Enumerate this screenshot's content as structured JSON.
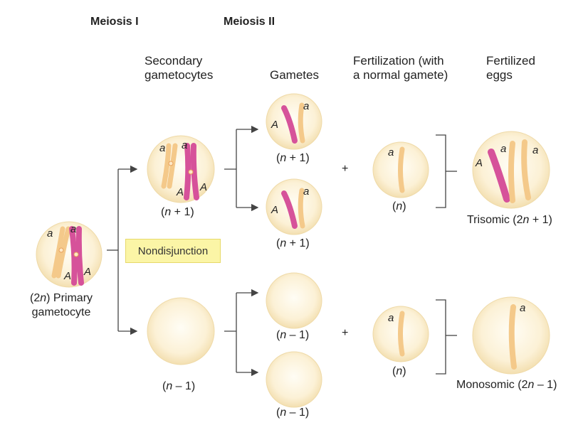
{
  "headers": {
    "meiosis1": "Meiosis I",
    "meiosis2": "Meiosis II"
  },
  "columns": {
    "secondary": [
      "Secondary",
      "gametocytes"
    ],
    "gametes": "Gametes",
    "fertilization": [
      "Fertilization (with",
      "a normal gamete)"
    ],
    "eggs": [
      "Fertilized",
      "eggs"
    ]
  },
  "labels": {
    "primary": [
      "(2",
      "n",
      ") Primary",
      "gametocyte"
    ],
    "sec_top": [
      "(",
      "n",
      " + 1)"
    ],
    "sec_bottom": [
      "(",
      "n",
      " – 1)"
    ],
    "gamete_1": [
      "(",
      "n",
      " + 1)"
    ],
    "gamete_2": [
      "(",
      "n",
      " + 1)"
    ],
    "gamete_3": [
      "(",
      "n",
      " – 1)"
    ],
    "gamete_4": [
      "(",
      "n",
      " – 1)"
    ],
    "normal_top": [
      "(",
      "n",
      ")"
    ],
    "normal_bottom": [
      "(",
      "n",
      ")"
    ],
    "trisomic": [
      "Trisomic (2",
      "n",
      " + 1)"
    ],
    "monosomic": [
      "Monosomic (2",
      "n",
      " – 1)"
    ]
  },
  "nondisjunction": "Nondisjunction",
  "plus": "+",
  "alleles": {
    "small": "a",
    "big": "A"
  },
  "colors": {
    "cell": "#fbeecb",
    "cell_edge": "#f0dcaa",
    "orange": "#f4c98a",
    "pink": "#d6529a",
    "arrow": "#444444"
  }
}
